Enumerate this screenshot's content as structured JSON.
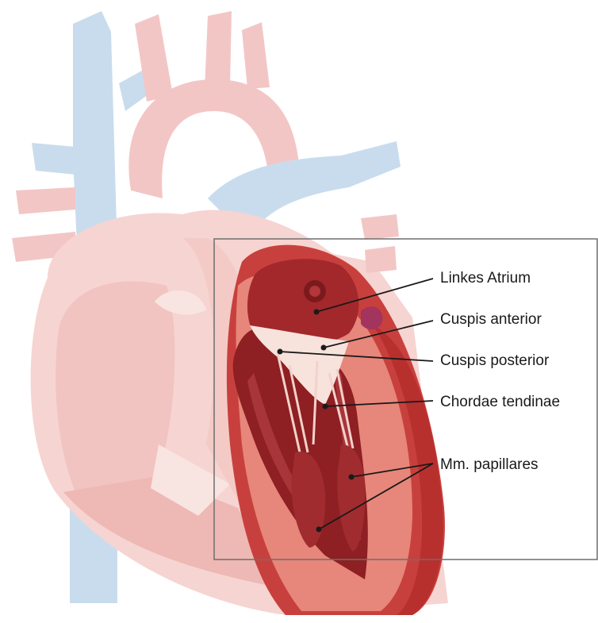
{
  "labels": [
    "Linkes Atrium",
    "Cuspis anterior",
    "Cuspis posterior",
    "Chordae tendinae",
    "Mm. papillares"
  ],
  "colors": {
    "vein_blue": "#c9dced",
    "artery_pink": "#f3c6c6",
    "faded_wall": "#f6d4d1",
    "ventricle_outer": "#c8403d",
    "ventricle_inner": "#8e1f22",
    "atrium": "#a3282b",
    "valve_cream": "#f7e2dc",
    "leader_line": "#1a1a1a",
    "box_border": "#6e6e6e"
  }
}
